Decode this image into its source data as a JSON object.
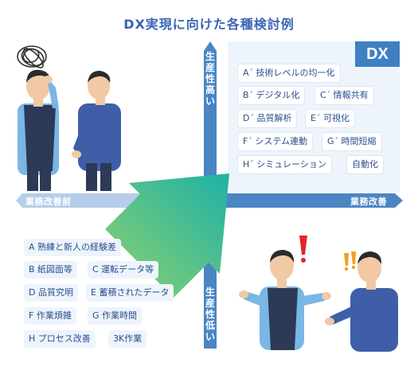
{
  "title": "DX実現に向けた各種検討例",
  "dx_badge": "DX",
  "axis": {
    "top": "生産性高い",
    "bottom": "生産性低い",
    "left": "業務改善前",
    "right": "業務改善"
  },
  "high_items": [
    "A´ 技術レベルの均一化",
    "B´ デジタル化",
    "C´ 情報共有",
    "D´ 品質解析",
    "E´ 可視化",
    "F´ システム連動",
    "G´ 時間短縮",
    "H´ シミュレーション",
    "自動化"
  ],
  "low_items": [
    "A 熟練と新人の経験差",
    "B 紙図面等",
    "C 運転データ等",
    "D 品質究明",
    "E 蓄積されたデータ",
    "F 作業煩雑",
    "G 作業時間",
    "H プロセス改善",
    "3K作業"
  ],
  "colors": {
    "title": "#3a64b3",
    "axis": "#4a86c4",
    "panel": "#eef4fb",
    "badge": "#3f80c2",
    "arrow_start": "#8ed16f",
    "arrow_end": "#1fb1a6"
  }
}
